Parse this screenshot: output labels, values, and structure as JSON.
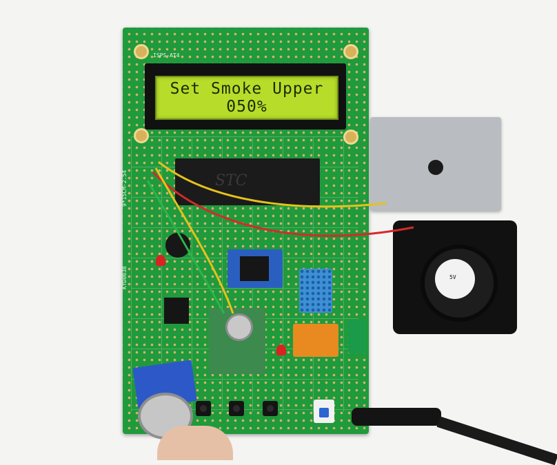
{
  "lcd": {
    "line1": "Set Smoke Upper",
    "line2": "050%"
  },
  "silkscreen": {
    "board_model_top": "ISPS-AT4",
    "board_model_side": "9*15CM-2.54",
    "board_code": "KYD0038",
    "chip_brand": "STC",
    "fan_voltage": "5V"
  },
  "colors": {
    "pcb_green": "#1f9a3c",
    "lcd_backlight": "#b7dd2a",
    "wire_yellow": "#e6c21a",
    "wire_red": "#d52a2a",
    "wire_green": "#2bb54a"
  }
}
